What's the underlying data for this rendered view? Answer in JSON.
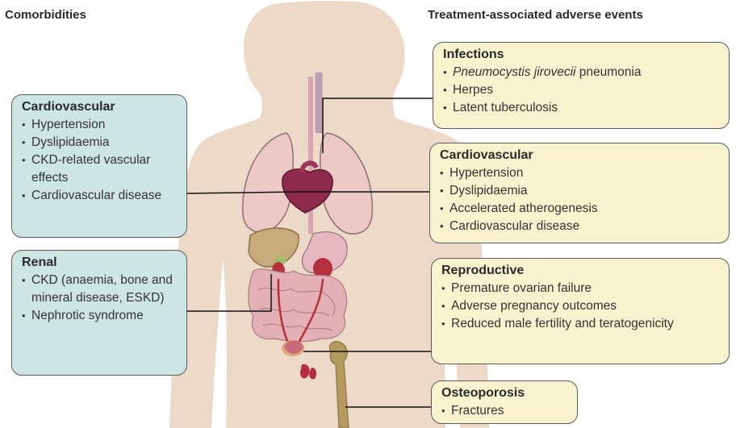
{
  "headings": {
    "left": "Comorbidities",
    "right": "Treatment-associated adverse events"
  },
  "comorbidities": {
    "cardiovascular": {
      "title": "Cardiovascular",
      "items": [
        "Hypertension",
        "Dyslipidaemia",
        "CKD-related vascular effects",
        "Cardiovascular disease"
      ]
    },
    "renal": {
      "title": "Renal",
      "items": [
        "CKD (anaemia, bone and mineral disease, ESKD)",
        "Nephrotic syndrome"
      ]
    }
  },
  "adverse_events": {
    "infections": {
      "title": "Infections",
      "items": [
        {
          "italic": "Pneumocystis jirovecii",
          "rest": " pneumonia"
        },
        "Herpes",
        "Latent tuberculosis"
      ]
    },
    "cardiovascular": {
      "title": "Cardiovascular",
      "items": [
        "Hypertension",
        "Dyslipidaemia",
        "Accelerated atherogenesis",
        "Cardiovascular disease"
      ]
    },
    "reproductive": {
      "title": "Reproductive",
      "items": [
        "Premature ovarian failure",
        "Adverse pregnancy outcomes",
        "Reduced male fertility and teratogenicity"
      ]
    },
    "osteoporosis": {
      "title": "Osteoporosis",
      "items": [
        "Fractures"
      ]
    }
  },
  "colors": {
    "body_silhouette": "#ecd9c8",
    "left_box_fill": "#cde6e3",
    "right_box_fill": "#f8f2cf",
    "lungs": "#ecc9c5",
    "heart": "#8e2a4b",
    "liver": "#c8ab7a",
    "kidney": "#b5303f",
    "intestine": "#e3b0b6",
    "femur": "#b39a5e",
    "leader_line": "#111111"
  }
}
